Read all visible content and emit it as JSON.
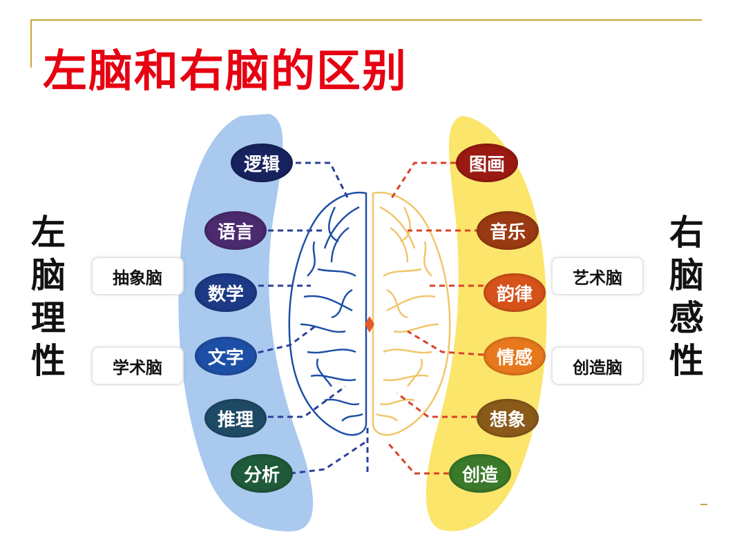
{
  "title": "左脑和右脑的区别",
  "left_side": {
    "label_chars": [
      "左",
      "脑",
      "理",
      "性"
    ],
    "tags": [
      "抽象脑",
      "学术脑"
    ],
    "nodes": [
      {
        "text": "逻辑",
        "color": "#17235e"
      },
      {
        "text": "语言",
        "color": "#4b2a6e"
      },
      {
        "text": "数学",
        "color": "#1d3a86"
      },
      {
        "text": "文字",
        "color": "#1e4fa6"
      },
      {
        "text": "推理",
        "color": "#1f4a66"
      },
      {
        "text": "分析",
        "color": "#1f5a3a"
      }
    ]
  },
  "right_side": {
    "label_chars": [
      "右",
      "脑",
      "感",
      "性"
    ],
    "tags": [
      "艺术脑",
      "创造脑"
    ],
    "nodes": [
      {
        "text": "图画",
        "color": "#9a1a12"
      },
      {
        "text": "音乐",
        "color": "#9a3a12"
      },
      {
        "text": "韵律",
        "color": "#d6521a"
      },
      {
        "text": "情感",
        "color": "#e8781c"
      },
      {
        "text": "想象",
        "color": "#8a5a1a"
      },
      {
        "text": "创造",
        "color": "#3a7a2a"
      }
    ]
  },
  "colors": {
    "title": "#e60012",
    "left_band": "#a9c9ee",
    "right_band": "#fbe56a",
    "left_brain": "#1e4fa6",
    "right_brain": "#f1c56a",
    "left_lines": "#2b3f9a",
    "right_lines": "#d8412a"
  }
}
